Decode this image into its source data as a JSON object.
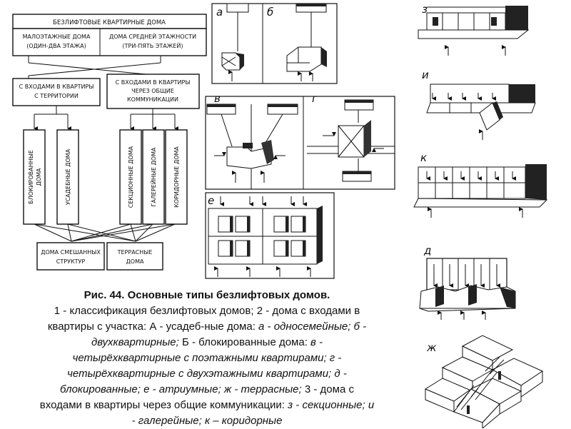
{
  "classification": {
    "top": "БЕЗЛИФТОВЫЕ КВАРТИРНЫЕ ДОМА",
    "low_rise": [
      "МАЛОЭТАЖНЫЕ ДОМА",
      "(ОДИН-ДВА ЭТАЖА)"
    ],
    "mid_rise": [
      "ДОМА СРЕДНЕЙ ЭТАЖНОСТИ",
      "(ТРИ-ПЯТЬ ЭТАЖЕЙ)"
    ],
    "territory_entry": [
      "С ВХОДАМИ В КВАРТИРЫ",
      "С ТЕРРИТОРИИ"
    ],
    "common_entry": [
      "С ВХОДАМИ В КВАРТИРЫ",
      "ЧЕРЕЗ ОБЩИЕ",
      "КОММУНИКАЦИИ"
    ],
    "blocked": [
      "БЛОКИРОВАННЫЕ",
      "ДОМА"
    ],
    "estate": "УСАДЕБНЫЕ ДОМА",
    "sectional": "СЕКЦИОННЫЕ ДОМА",
    "gallery": "ГАЛЕРЕЙНЫЕ ДОМА",
    "corridor": "КОРИДОРНЫЕ ДОМА",
    "mixed": [
      "ДОМА СМЕШАННЫХ",
      "СТРУКТУР"
    ],
    "terraced": [
      "ТЕРРАСНЫЕ",
      "ДОМА"
    ]
  },
  "sketch_letters": {
    "a": "а",
    "b": "б",
    "v": "в",
    "g": "г",
    "e": "е",
    "z": "з",
    "i": "и",
    "k": "к",
    "d": "д",
    "zh": "ж"
  },
  "caption": {
    "title": "Рис. 44. Основные типы безлифтовых домов.",
    "line1": "1 - классификация безлифтовых домов; 2 - дома с входами в",
    "line2_plain": "квартиры с участка: А - усадеб-ные дома: ",
    "line2_it": "а - односемейные; б -",
    "line3_it": "двухквартирные;",
    "line3_plain": " Б - блокированные дома: ",
    "line3_it2": "в -",
    "line4_it": "четырёхквартирные с поэтажными квартирами; г -",
    "line5_it": "четырёхквартирные с двухэтажными квартирами; д -",
    "line6_it": "блокированные; е - атриумные; ж - террасные;",
    "line6_plain": " 3 - дома с",
    "line7_plain": "входами в квартиры через общие коммуникации: ",
    "line7_it": "з - секционные; и",
    "line8_it": "- галерейные; к – коридорные"
  }
}
